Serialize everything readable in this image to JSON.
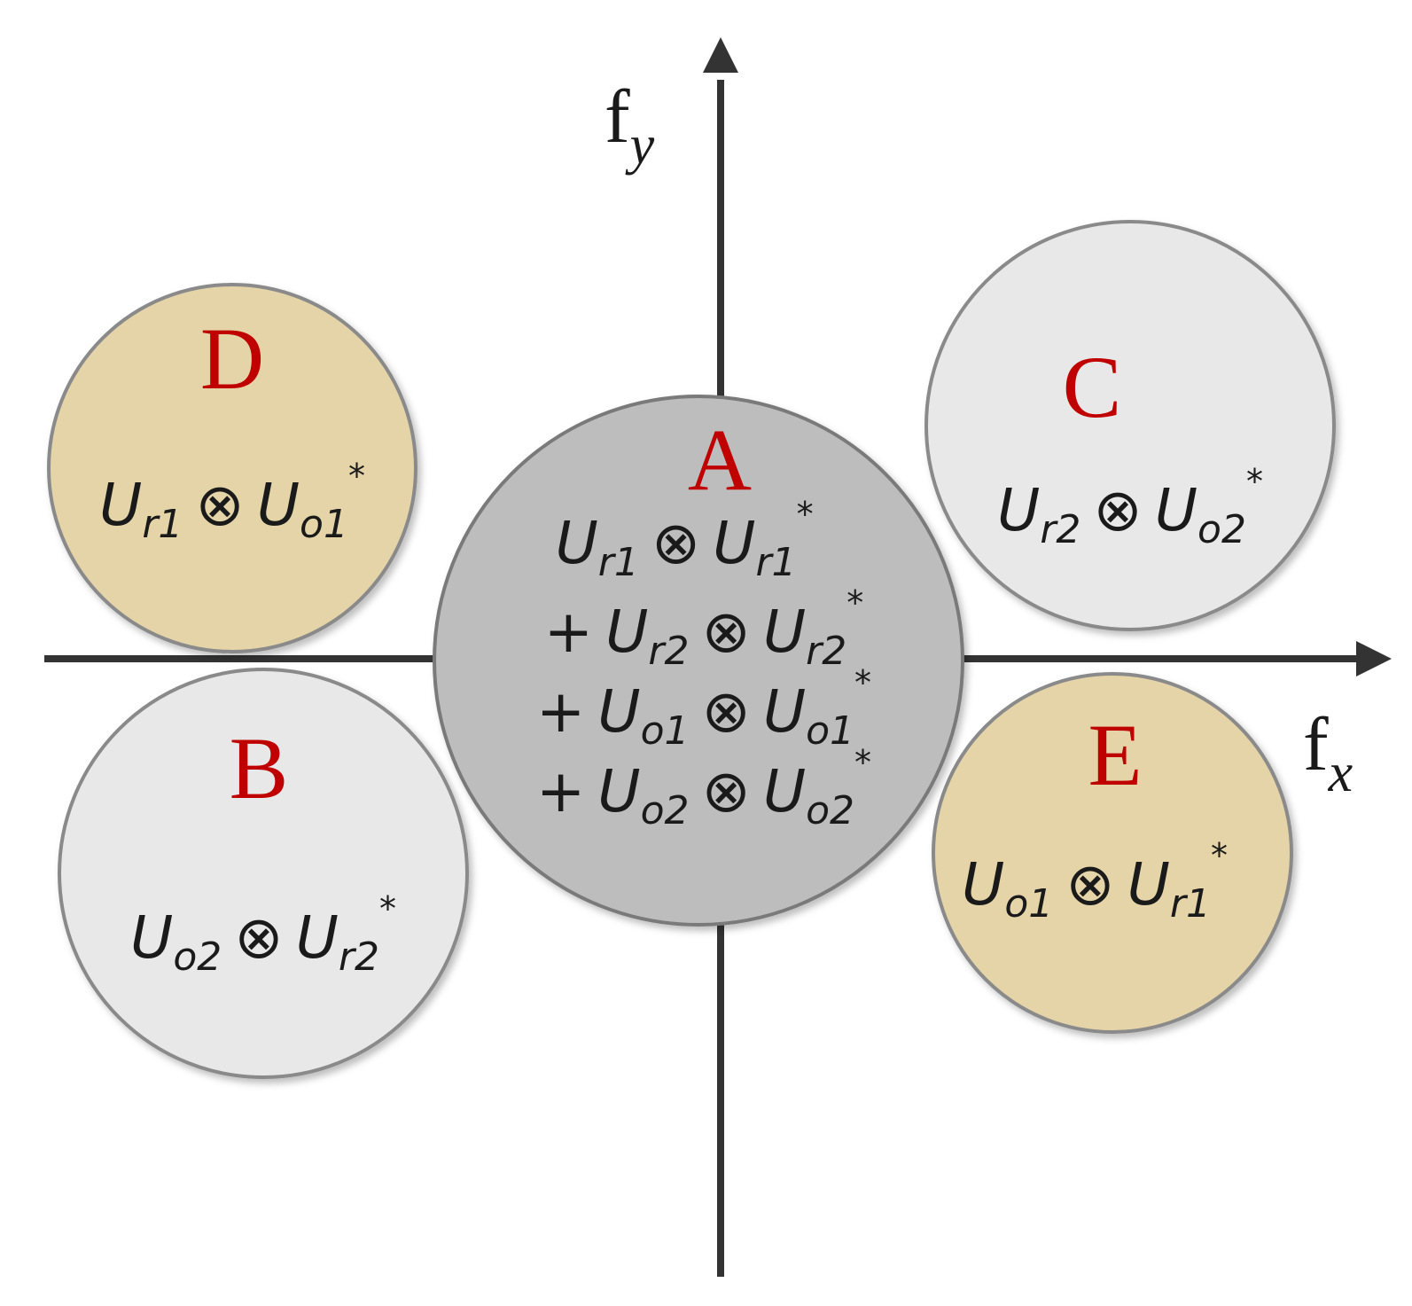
{
  "colors": {
    "axis": "#333333",
    "label_red": "#c00000",
    "circle_dark": "#bdbdbd",
    "circle_light": "#e8e8e8",
    "circle_tan": "#e4d4a8",
    "circle_stroke": "#8a8a8a"
  },
  "axes": {
    "x_label": "f",
    "x_sub": "x",
    "y_label": "f",
    "y_sub": "y"
  },
  "symbols": {
    "U": "U",
    "otimes": "⊗",
    "star": "*",
    "plus": "+"
  },
  "regions": {
    "A": {
      "label": "A",
      "terms": [
        {
          "prefix": "",
          "s1": "r1",
          "s2": "r1"
        },
        {
          "prefix": "+",
          "s1": "r2",
          "s2": "r2"
        },
        {
          "prefix": "+",
          "s1": "o1",
          "s2": "o1"
        },
        {
          "prefix": "+",
          "s1": "o2",
          "s2": "o2"
        }
      ]
    },
    "B": {
      "label": "B",
      "s1": "o2",
      "s2": "r2"
    },
    "C": {
      "label": "C",
      "s1": "r2",
      "s2": "o2"
    },
    "D": {
      "label": "D",
      "s1": "r1",
      "s2": "o1"
    },
    "E": {
      "label": "E",
      "s1": "o1",
      "s2": "r1"
    }
  }
}
